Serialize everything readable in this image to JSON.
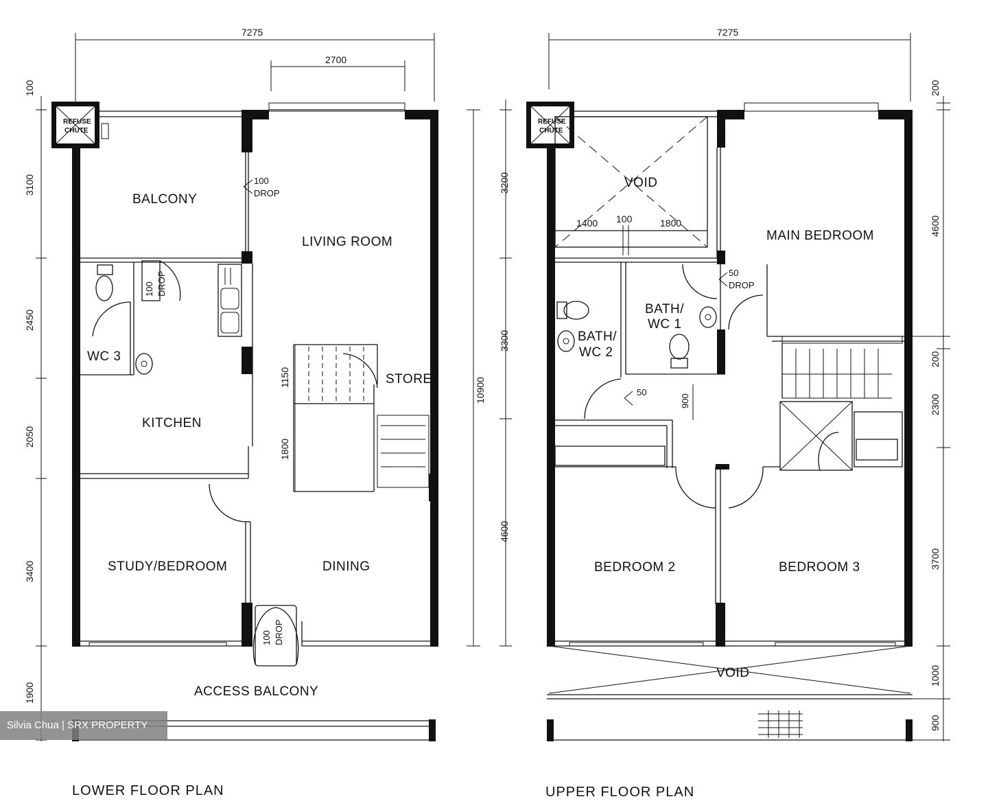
{
  "lower_plan": {
    "title": "LOWER FLOOR PLAN",
    "dims_top": [
      "7275",
      "2700"
    ],
    "dims_left": [
      "100",
      "3100",
      "2450",
      "2050",
      "3400",
      "1900"
    ],
    "dims_right": [
      "10900"
    ],
    "dims_stair": [
      "1150",
      "1800"
    ],
    "rooms": {
      "balcony": "BALCONY",
      "living_room": "LIVING ROOM",
      "wc3": "WC 3",
      "kitchen": "KITCHEN",
      "store": "STORE",
      "study_bedroom": "STUDY/BEDROOM",
      "dining": "DINING",
      "access_balcony": "ACCESS BALCONY"
    },
    "chute": [
      "REFUSE",
      "CHUTE"
    ],
    "drop_notes": {
      "balcony_drop": [
        "100",
        "DROP"
      ],
      "wc_drop": [
        "100",
        "DROP"
      ],
      "entry_drop": [
        "100",
        "DROP"
      ]
    }
  },
  "upper_plan": {
    "title": "UPPER FLOOR PLAN",
    "dims_top": [
      "7275"
    ],
    "dims_void": [
      "1400",
      "100",
      "1800"
    ],
    "dims_left": [
      "3200",
      "3300",
      "4600"
    ],
    "dims_right": [
      "200",
      "4600",
      "200",
      "2300",
      "3700",
      "1000",
      "900"
    ],
    "rooms": {
      "void_top": "VOID",
      "main_bedroom": "MAIN BEDROOM",
      "bath_wc1": [
        "BATH/",
        "WC 1"
      ],
      "bath_wc2": [
        "BATH/",
        "WC 2"
      ],
      "bedroom2": "BEDROOM 2",
      "bedroom3": "BEDROOM 3",
      "void_bottom": "VOID"
    },
    "chute": [
      "REFUSE",
      "CHUTE"
    ],
    "drop_notes": {
      "bath_drop": [
        "50",
        "DROP"
      ],
      "wc2_drop": [
        "50"
      ],
      "door_dim": "900"
    }
  },
  "watermark": "Silvia Chua | SRX PROPERTY"
}
